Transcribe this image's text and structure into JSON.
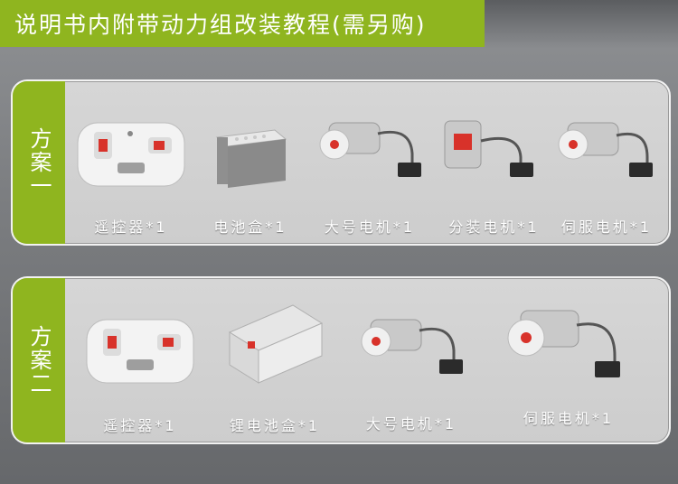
{
  "banner": {
    "title": "说明书内附带动力组改装教程(需另购)"
  },
  "plans": [
    {
      "tab": "方案一",
      "items": [
        {
          "name": "remote",
          "label": "遥控器*1"
        },
        {
          "name": "battery-box",
          "label": "电池盒*1"
        },
        {
          "name": "large-motor",
          "label": "大号电机*1"
        },
        {
          "name": "split-motor",
          "label": "分装电机*1"
        },
        {
          "name": "servo-motor",
          "label": "伺服电机*1"
        }
      ]
    },
    {
      "tab": "方案二",
      "items": [
        {
          "name": "remote",
          "label": "遥控器*1"
        },
        {
          "name": "lithium-battery-box",
          "label": "锂电池盒*1"
        },
        {
          "name": "large-motor",
          "label": "大号电机*1"
        },
        {
          "name": "servo-motor",
          "label": "伺服电机*1"
        }
      ]
    }
  ],
  "colors": {
    "accent": "#8fb51f",
    "part_red": "#d8322a",
    "part_light": "#eeeeee",
    "part_dark": "#2b2b2b"
  }
}
